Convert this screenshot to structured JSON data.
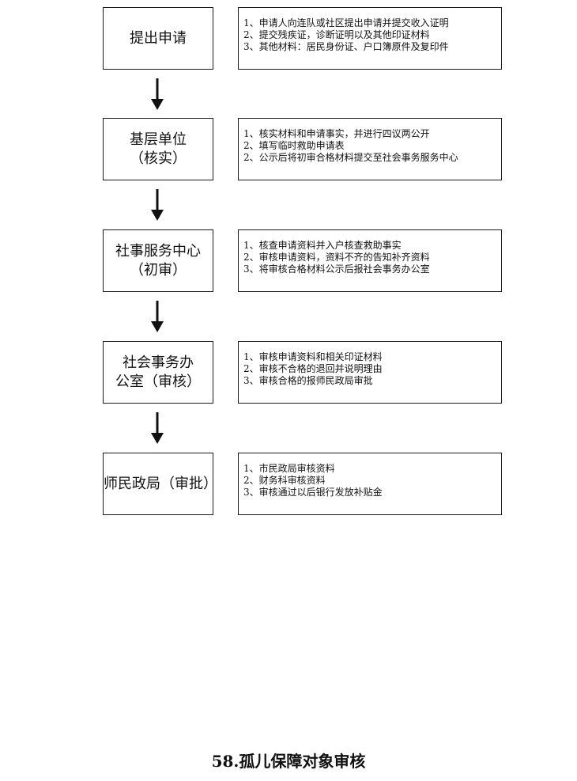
{
  "steps": [
    {
      "box_lines": [
        "提出申请"
      ],
      "details": [
        "1、申请人向连队或社区提出申请并提交收入证明",
        "2、提交残疾证，诊断证明以及其他印证材料",
        "3、其他材料：居民身份证、户口簿原件及复印件"
      ]
    },
    {
      "box_lines": [
        "基层单位",
        "（核实）"
      ],
      "details": [
        "1、核实材料和申请事实，并进行四议两公开",
        "2、填写临时救助申请表",
        "2、公示后将初审合格材料提交至社会事务服务中心"
      ]
    },
    {
      "box_lines": [
        "社事服务中心",
        "（初审）"
      ],
      "details": [
        "1、核查申请资料并入户核查救助事实",
        "2、审核申请资料，资料不齐的告知补齐资料",
        "3、将审核合格材料公示后报社会事务办公室"
      ]
    },
    {
      "box_lines": [
        "社会事务办",
        "公室（审核）"
      ],
      "details": [
        "1、审核申请资料和相关印证材料",
        "2、审核不合格的退回并说明理由",
        "3、审核合格的报师民政局审批"
      ]
    },
    {
      "box_lines": [
        "师民政局（审批）"
      ],
      "details": [
        "1、市民政局审核资料",
        "2、财务科审核资料",
        "3、审核通过以后银行发放补贴金"
      ]
    }
  ],
  "page_title": "58.孤儿保障对象审核"
}
